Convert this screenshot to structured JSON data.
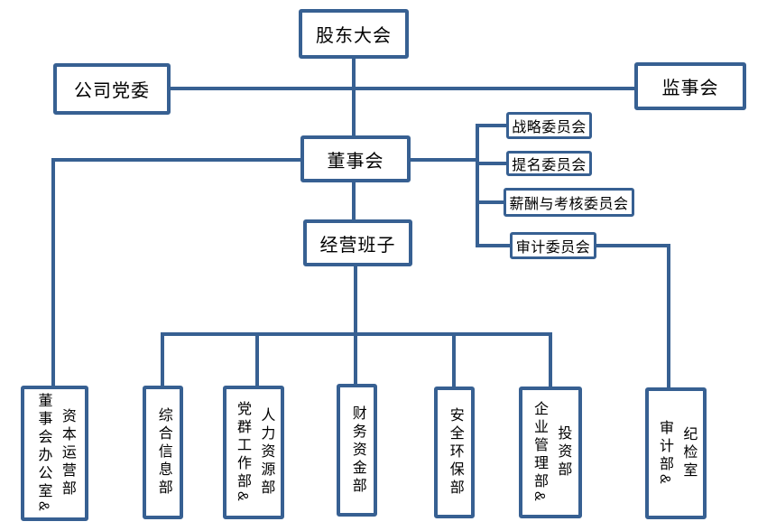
{
  "diagram_type": "org-chart",
  "colors": {
    "line": "#376092",
    "box_fill": "#ffffff",
    "text": "#000000",
    "background": "#ffffff"
  },
  "nodes": {
    "shareholders_meeting": {
      "label": "股东大会"
    },
    "party_committee": {
      "label": "公司党委"
    },
    "supervisory_board": {
      "label": "监事会"
    },
    "board_of_directors": {
      "label": "董事会"
    },
    "management_team": {
      "label": "经营班子"
    },
    "strategy_committee": {
      "label": "战略委员会"
    },
    "nomination_committee": {
      "label": "提名委员会"
    },
    "compensation_committee": {
      "label": "薪酬与考核委员会"
    },
    "audit_committee": {
      "label": "审计委员会"
    },
    "capital_operations_dept": {
      "label": "资本运营部\n董事会办公室&"
    },
    "general_information_dept": {
      "label": "综合信息部"
    },
    "human_resources_dept": {
      "label": "人力资源部\n党群工作部&"
    },
    "finance_funds_dept": {
      "label": "财务资金部"
    },
    "safety_environment_dept": {
      "label": "安全环保部"
    },
    "investment_dept": {
      "label": "投资部\n企业管理部&"
    },
    "audit_dept": {
      "label": "纪检室\n审计部&"
    }
  },
  "edges": [
    {
      "from": "shareholders_meeting",
      "to": "board_of_directors"
    },
    {
      "from": "party_committee",
      "to": "supervisory_board"
    },
    {
      "from": "board_of_directors",
      "to": "strategy_committee"
    },
    {
      "from": "board_of_directors",
      "to": "nomination_committee"
    },
    {
      "from": "board_of_directors",
      "to": "compensation_committee"
    },
    {
      "from": "board_of_directors",
      "to": "audit_committee"
    },
    {
      "from": "board_of_directors",
      "to": "capital_operations_dept"
    },
    {
      "from": "board_of_directors",
      "to": "management_team"
    },
    {
      "from": "audit_committee",
      "to": "audit_dept"
    },
    {
      "from": "management_team",
      "to": "general_information_dept"
    },
    {
      "from": "management_team",
      "to": "human_resources_dept"
    },
    {
      "from": "management_team",
      "to": "finance_funds_dept"
    },
    {
      "from": "management_team",
      "to": "safety_environment_dept"
    },
    {
      "from": "management_team",
      "to": "investment_dept"
    }
  ]
}
